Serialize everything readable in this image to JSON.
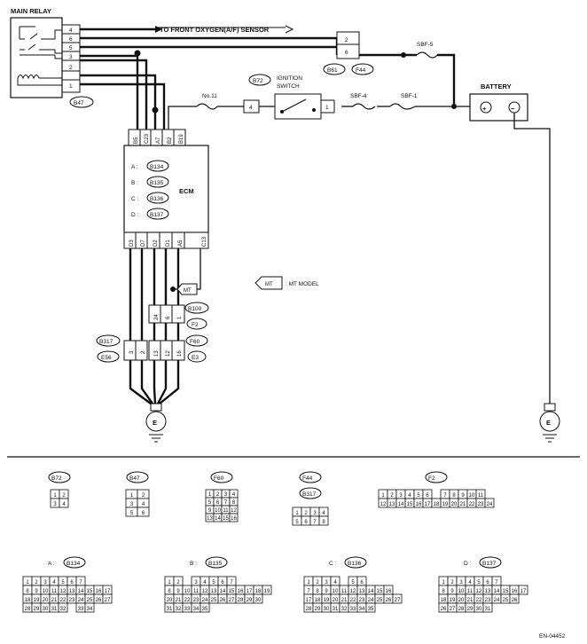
{
  "main_relay": {
    "title": "MAIN RELAY",
    "pins": [
      "4",
      "6",
      "5",
      "3",
      "2",
      "1"
    ],
    "connector": "B47"
  },
  "oxygen_sensor_label": "TO FRONT OXYGEN(A/F) SENSOR",
  "mid_connector": {
    "pins": [
      "2",
      "6"
    ],
    "left": "B61",
    "right": "F44"
  },
  "fuses": {
    "sbf5": "SBF-5",
    "sbf4": "SBF-4",
    "sbf1": "SBF-1",
    "no11": "No.11"
  },
  "ignition": {
    "connector": "B72",
    "title_line1": "IGNITION",
    "title_line2": "SWITCH",
    "pin_left": "4",
    "pin_right": "1"
  },
  "battery": {
    "title": "BATTERY",
    "plus": "+",
    "minus": "−"
  },
  "ecm": {
    "title": "ECM",
    "top_pins": [
      "B5",
      "C23",
      "A7",
      "B2",
      "B19"
    ],
    "bottom_pins": [
      "D3",
      "D7",
      "D2",
      "D1",
      "A5",
      "C13"
    ],
    "connectors": [
      {
        "letter": "A :",
        "code": "B134"
      },
      {
        "letter": "B :",
        "code": "B135"
      },
      {
        "letter": "C :",
        "code": "B136"
      },
      {
        "letter": "D :",
        "code": "B137"
      }
    ]
  },
  "mt": {
    "tag": "MT",
    "legend": ": MT MODEL"
  },
  "lower_connectors": {
    "b100": "B100",
    "f2": "F2",
    "f2_pins": [
      "24",
      "6",
      "1"
    ],
    "b317": "B317",
    "e56": "E56",
    "f60": "F60",
    "e3": "E3",
    "left_pins": [
      "3",
      "2"
    ],
    "right_pins": [
      "13",
      "12",
      "16"
    ]
  },
  "ground": "E",
  "footer_code": "EN-04452",
  "layouts": {
    "b72": {
      "code": "B72",
      "rows": [
        [
          "1",
          "2"
        ],
        [
          "3",
          "4"
        ]
      ]
    },
    "b47": {
      "code": "B47",
      "rows": [
        [
          "1",
          "2"
        ],
        [
          "3",
          "4"
        ],
        [
          "5",
          "6"
        ]
      ]
    },
    "f60": {
      "code": "F60",
      "rows": [
        [
          "1",
          "2",
          "3",
          "4"
        ],
        [
          "5",
          "6",
          "7",
          "8"
        ],
        [
          "9",
          "10",
          "11",
          "12"
        ],
        [
          "13",
          "14",
          "15",
          "16"
        ]
      ]
    },
    "f44": {
      "code": "F44",
      "code2": "B317",
      "rows": [
        [
          "1",
          "2",
          "3",
          "4"
        ],
        [
          "5",
          "6",
          "7",
          "8"
        ]
      ]
    },
    "f2": {
      "code": "F2",
      "rows": [
        [
          "1",
          "2",
          "3",
          "4",
          "5",
          "6",
          "",
          "7",
          "8",
          "9",
          "10",
          "11"
        ],
        [
          "12",
          "13",
          "14",
          "15",
          "16",
          "17",
          "18",
          "19",
          "20",
          "21",
          "22",
          "23",
          "24"
        ]
      ]
    },
    "a": {
      "letter": "A :",
      "code": "B134",
      "rows": [
        [
          "1",
          "2",
          "3",
          "4",
          "5",
          "6",
          "7"
        ],
        [
          "8",
          "9",
          "10",
          "11",
          "12",
          "13",
          "14",
          "15",
          "16",
          "17"
        ],
        [
          "18",
          "19",
          "20",
          "21",
          "22",
          "23",
          "24",
          "25",
          "26",
          "27"
        ],
        [
          "28",
          "29",
          "30",
          "31",
          "32",
          "",
          "33",
          "34"
        ]
      ]
    },
    "b": {
      "letter": "B :",
      "code": "B135",
      "rows": [
        [
          "1",
          "2",
          "",
          "3",
          "4",
          "5",
          "6",
          "7"
        ],
        [
          "8",
          "9",
          "10",
          "11",
          "12",
          "13",
          "14",
          "15",
          "16",
          "17",
          "18",
          "19"
        ],
        [
          "20",
          "21",
          "22",
          "23",
          "24",
          "25",
          "26",
          "27",
          "28",
          "29",
          "30"
        ],
        [
          "31",
          "32",
          "33",
          "34",
          "35"
        ]
      ]
    },
    "c": {
      "letter": "C :",
      "code": "B136",
      "rows": [
        [
          "1",
          "2",
          "3",
          "4",
          "",
          "5",
          "6"
        ],
        [
          "7",
          "8",
          "9",
          "10",
          "11",
          "12",
          "13",
          "14",
          "15",
          "16"
        ],
        [
          "17",
          "18",
          "19",
          "20",
          "21",
          "22",
          "23",
          "24",
          "25",
          "26",
          "27"
        ],
        [
          "28",
          "29",
          "30",
          "31",
          "32",
          "33",
          "34",
          "35"
        ]
      ]
    },
    "d": {
      "letter": "D :",
      "code": "B137",
      "rows": [
        [
          "1",
          "2",
          "3",
          "4",
          "5",
          "6",
          "7"
        ],
        [
          "8",
          "9",
          "10",
          "11",
          "12",
          "13",
          "14",
          "15",
          "16",
          "17"
        ],
        [
          "18",
          "19",
          "20",
          "21",
          "22",
          "23",
          "24",
          "25",
          "26"
        ],
        [
          "26",
          "27",
          "28",
          "29",
          "30",
          "31"
        ]
      ]
    }
  }
}
